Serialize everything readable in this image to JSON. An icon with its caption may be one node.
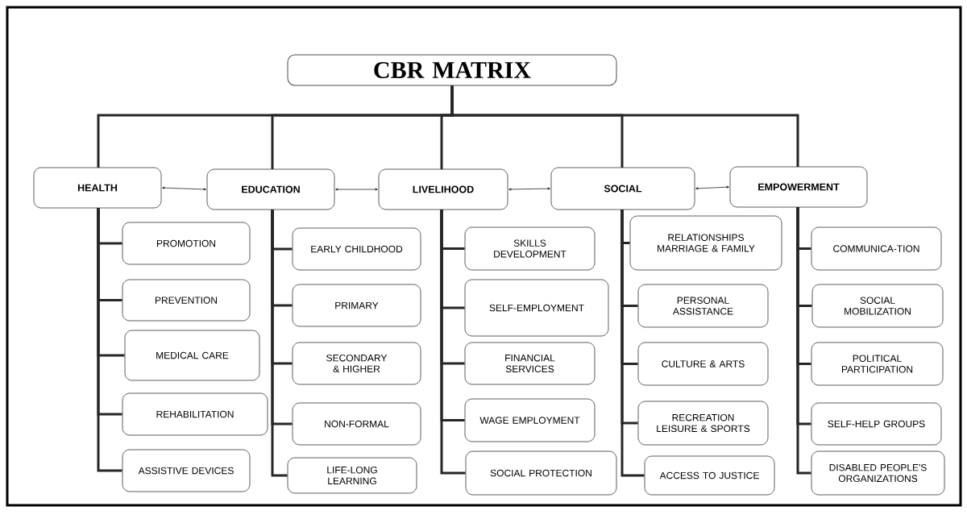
{
  "diagram": {
    "nodes": [
      {
        "text": [
          "CBR MATRIX"
        ]
      },
      {
        "text": [
          "HEALTH"
        ]
      },
      {
        "text": [
          "EDUCATION"
        ]
      },
      {
        "text": [
          "LIVELIHOOD"
        ]
      },
      {
        "text": [
          "SOCIAL"
        ]
      },
      {
        "text": [
          "EMPOWERMENT"
        ]
      },
      {
        "text": [
          "PROMOTION"
        ]
      },
      {
        "text": [
          "PREVENTION"
        ]
      },
      {
        "text": [
          "MEDICAL CARE"
        ]
      },
      {
        "text": [
          "REHABILITATION"
        ]
      },
      {
        "text": [
          "ASSISTIVE DEVICES"
        ]
      },
      {
        "text": [
          "EARLY CHILDHOOD"
        ]
      },
      {
        "text": [
          "PRIMARY"
        ]
      },
      {
        "text": [
          "SECONDARY & HIGHER"
        ]
      },
      {
        "text": [
          "NON-FORMAL"
        ]
      },
      {
        "text": [
          "LIFE-LONG LEARNING"
        ]
      },
      {
        "text": [
          "SKILLS DEVELOPMENT"
        ]
      },
      {
        "text": [
          "SELF-EMPLOYMENT"
        ]
      },
      {
        "text": [
          "FINANCIAL SERVICES"
        ]
      },
      {
        "text": [
          "WAGE EMPLOYMENT"
        ]
      },
      {
        "text": [
          "SOCIAL PROTECTION"
        ]
      },
      {
        "text": [
          "RELATIONSHIPS MARRIAGE & FAMILY"
        ]
      },
      {
        "text": [
          "PERSONAL ASSISTANCE"
        ]
      },
      {
        "text": [
          "CULTURE & ARTS"
        ]
      },
      {
        "text": [
          "RECREATION LEISURE & SPORTS"
        ]
      },
      {
        "text": [
          "ACCESS TO JUSTICE"
        ]
      },
      {
        "text": [
          "COMMUNICA-TION"
        ]
      },
      {
        "text": [
          "SOCIAL MOBILIZATION"
        ]
      },
      {
        "text": [
          "POLITICAL PARTICIPATION"
        ]
      },
      {
        "text": [
          "SELF-HELP GROUPS"
        ]
      },
      {
        "text": [
          "DISABLED PEOPLE'S ORGANIZATIONS"
        ]
      }
    ],
    "edges": [
      {
        "from": 0,
        "to": 1,
        "arrow": "none"
      },
      {
        "from": 0,
        "to": 2,
        "arrow": "none"
      },
      {
        "from": 0,
        "to": 3,
        "arrow": "none"
      },
      {
        "from": 0,
        "to": 4,
        "arrow": "none"
      },
      {
        "from": 0,
        "to": 5,
        "arrow": "none"
      },
      {
        "from": 1,
        "to": 2,
        "arrow": "both"
      },
      {
        "from": 2,
        "to": 3,
        "arrow": "both"
      },
      {
        "from": 3,
        "to": 4,
        "arrow": "both"
      },
      {
        "from": 4,
        "to": 5,
        "arrow": "both"
      },
      {
        "from": 1,
        "to": 6,
        "arrow": "none"
      },
      {
        "from": 1,
        "to": 7,
        "arrow": "none"
      },
      {
        "from": 1,
        "to": 8,
        "arrow": "none"
      },
      {
        "from": 1,
        "to": 9,
        "arrow": "none"
      },
      {
        "from": 1,
        "to": 10,
        "arrow": "none"
      },
      {
        "from": 2,
        "to": 11,
        "arrow": "none"
      },
      {
        "from": 2,
        "to": 12,
        "arrow": "none"
      },
      {
        "from": 2,
        "to": 13,
        "arrow": "none"
      },
      {
        "from": 2,
        "to": 14,
        "arrow": "none"
      },
      {
        "from": 2,
        "to": 15,
        "arrow": "none"
      },
      {
        "from": 3,
        "to": 16,
        "arrow": "none"
      },
      {
        "from": 3,
        "to": 17,
        "arrow": "none"
      },
      {
        "from": 3,
        "to": 18,
        "arrow": "none"
      },
      {
        "from": 3,
        "to": 19,
        "arrow": "none"
      },
      {
        "from": 3,
        "to": 20,
        "arrow": "none"
      },
      {
        "from": 4,
        "to": 21,
        "arrow": "none"
      },
      {
        "from": 4,
        "to": 22,
        "arrow": "none"
      },
      {
        "from": 4,
        "to": 23,
        "arrow": "none"
      },
      {
        "from": 4,
        "to": 24,
        "arrow": "none"
      },
      {
        "from": 4,
        "to": 25,
        "arrow": "none"
      },
      {
        "from": 5,
        "to": 26,
        "arrow": "none"
      },
      {
        "from": 5,
        "to": 27,
        "arrow": "none"
      },
      {
        "from": 5,
        "to": 28,
        "arrow": "none"
      },
      {
        "from": 5,
        "to": 29,
        "arrow": "none"
      },
      {
        "from": 5,
        "to": 30,
        "arrow": "none"
      }
    ]
  }
}
